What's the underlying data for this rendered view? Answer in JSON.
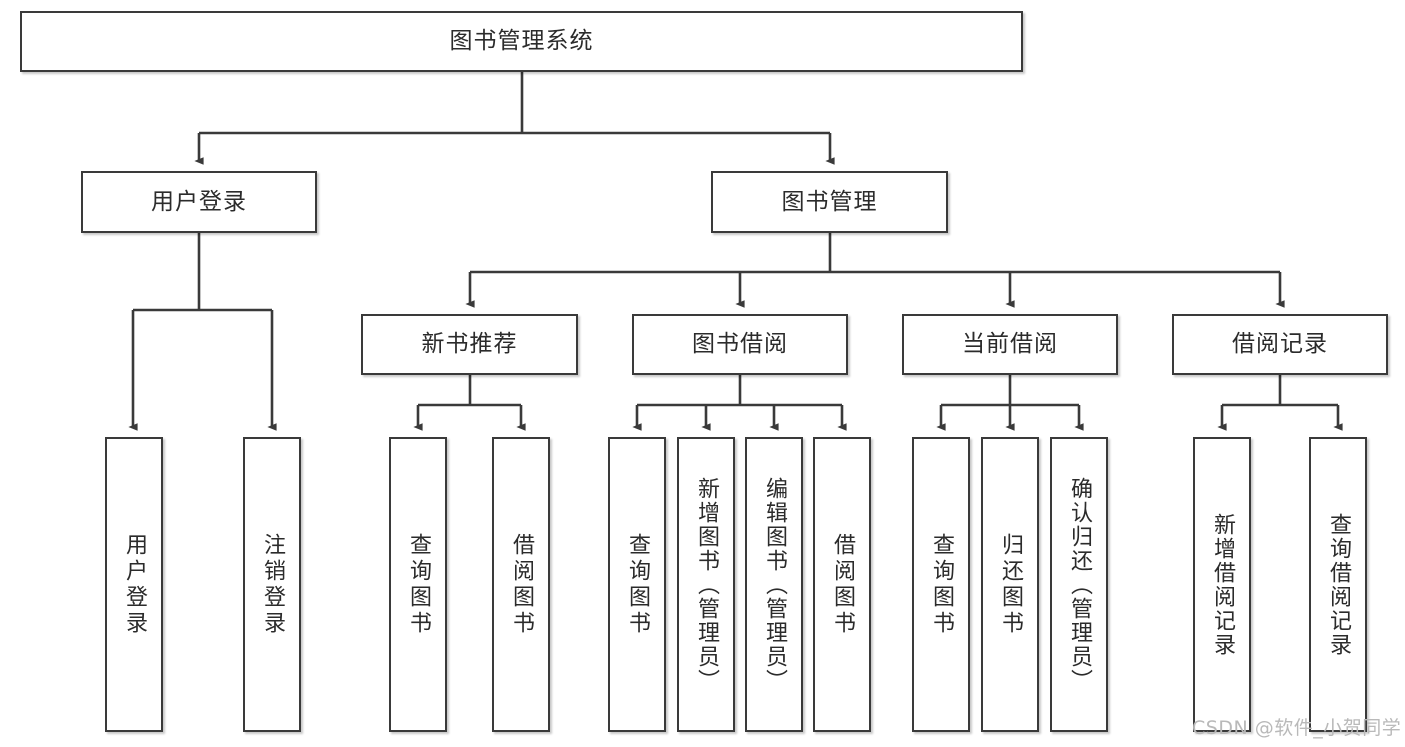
{
  "diagram": {
    "type": "tree-hierarchy",
    "title": "图书管理系统",
    "root": {
      "id": "root",
      "label": "图书管理系统"
    },
    "level2": [
      {
        "id": "user-login",
        "label": "用户登录"
      },
      {
        "id": "book-management",
        "label": "图书管理"
      }
    ],
    "level3": [
      {
        "id": "new-book-recommend",
        "label": "新书推荐",
        "parent": "book-management"
      },
      {
        "id": "book-borrow",
        "label": "图书借阅",
        "parent": "book-management"
      },
      {
        "id": "current-borrow",
        "label": "当前借阅",
        "parent": "book-management"
      },
      {
        "id": "borrow-record",
        "label": "借阅记录",
        "parent": "book-management"
      }
    ],
    "leaves": [
      {
        "id": "leaf-user-login",
        "label": "用户登录",
        "parent": "user-login"
      },
      {
        "id": "leaf-user-logout",
        "label": "注销登录",
        "parent": "user-login"
      },
      {
        "id": "leaf-query-book-1",
        "label": "查询图书",
        "parent": "new-book-recommend"
      },
      {
        "id": "leaf-borrow-book-1",
        "label": "借阅图书",
        "parent": "new-book-recommend"
      },
      {
        "id": "leaf-query-book-2",
        "label": "查询图书",
        "parent": "book-borrow"
      },
      {
        "id": "leaf-add-book",
        "label": "新增图书（管理员）",
        "parent": "book-borrow"
      },
      {
        "id": "leaf-edit-book",
        "label": "编辑图书（管理员）",
        "parent": "book-borrow"
      },
      {
        "id": "leaf-borrow-book-2",
        "label": "借阅图书",
        "parent": "book-borrow"
      },
      {
        "id": "leaf-query-book-3",
        "label": "查询图书",
        "parent": "current-borrow"
      },
      {
        "id": "leaf-return-book",
        "label": "归还图书",
        "parent": "current-borrow"
      },
      {
        "id": "leaf-confirm-return",
        "label": "确认归还（管理员）",
        "parent": "current-borrow"
      },
      {
        "id": "leaf-add-record",
        "label": "新增借阅记录",
        "parent": "borrow-record"
      },
      {
        "id": "leaf-query-record",
        "label": "查询借阅记录",
        "parent": "borrow-record"
      }
    ],
    "colors": {
      "box_border": "#3a3a3a",
      "box_fill": "#ffffff",
      "connector": "#3a3a3a",
      "text": "#2b2b2b",
      "watermark": "#b9b9b9",
      "background": "#ffffff"
    }
  },
  "watermark": {
    "text": "CSDN @软件_小贺同学"
  }
}
